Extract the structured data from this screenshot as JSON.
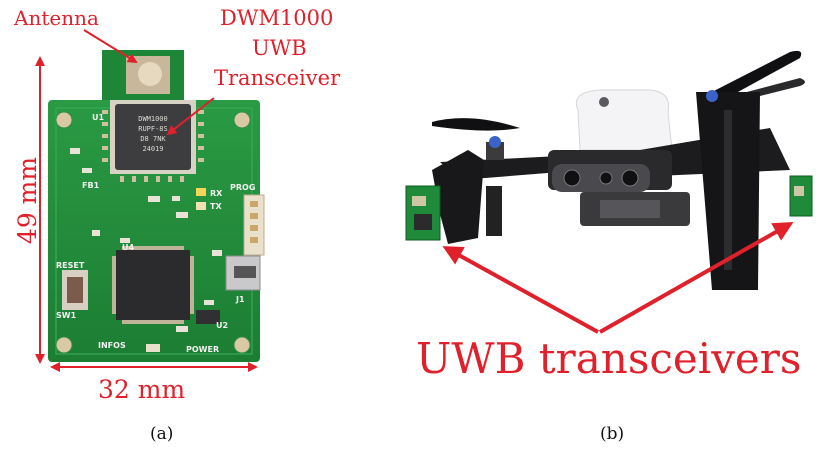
{
  "panel_a": {
    "labels": {
      "antenna": "Antenna",
      "transceiver_line1": "DWM1000",
      "transceiver_line2": "UWB",
      "transceiver_line3": "Transceiver",
      "height": "49 mm",
      "width": "32 mm"
    },
    "chip_marking": [
      "DWM1000",
      "RUPF-8S",
      "D8 7NK",
      "24019"
    ],
    "silkscreen": [
      "U1",
      "RX",
      "TX",
      "PROG",
      "RESET",
      "SW1",
      "INFOS",
      "POWER",
      "U2",
      "J1",
      "FB1",
      "U4"
    ],
    "caption": "(a)"
  },
  "panel_b": {
    "labels": {
      "transceivers": "UWB transceivers"
    },
    "caption": "(b)"
  },
  "colors": {
    "annotation": "#e0202a",
    "pcb_green": "#1f8a3a",
    "drone_body": "#1e1e20"
  }
}
